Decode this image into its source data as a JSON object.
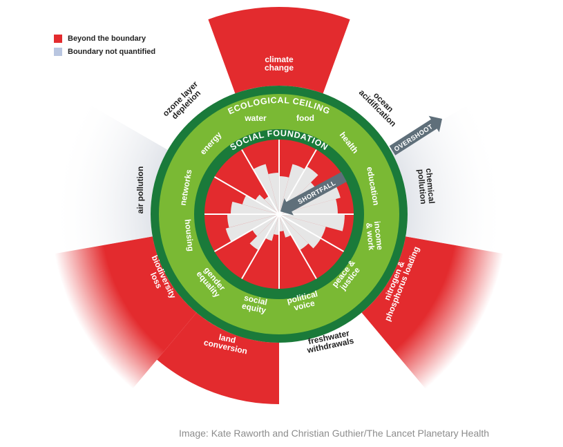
{
  "legend": {
    "items": [
      {
        "label": "Beyond the boundary",
        "color": "#e32b2e"
      },
      {
        "label": "Boundary not quantified",
        "color": "#b9c6e0"
      }
    ]
  },
  "ring_titles": {
    "ceiling": "ECOLOGICAL CEILING",
    "foundation": "SOCIAL FOUNDATION"
  },
  "arrows": {
    "overshoot": "OVERSHOOT",
    "shortfall": "SHORTFALL"
  },
  "planetary_boundaries": [
    {
      "lines": [
        "climate",
        "change"
      ],
      "status": "beyond"
    },
    {
      "lines": [
        "ocean",
        "acidification"
      ],
      "status": "within"
    },
    {
      "lines": [
        "chemical",
        "pollution"
      ],
      "status": "not quantified"
    },
    {
      "lines": [
        "nitrogen &",
        "phosphorus loading"
      ],
      "status": "beyond"
    },
    {
      "lines": [
        "freshwater",
        "withdrawals"
      ],
      "status": "within"
    },
    {
      "lines": [
        "land",
        "conversion"
      ],
      "status": "beyond"
    },
    {
      "lines": [
        "biodiversity",
        "loss"
      ],
      "status": "beyond"
    },
    {
      "lines": [
        "air pollution"
      ],
      "status": "not quantified"
    },
    {
      "lines": [
        "ozone layer",
        "depletion"
      ],
      "status": "within"
    }
  ],
  "social_foundation": [
    {
      "lines": [
        "food"
      ]
    },
    {
      "lines": [
        "health"
      ]
    },
    {
      "lines": [
        "education"
      ]
    },
    {
      "lines": [
        "income",
        "& work"
      ]
    },
    {
      "lines": [
        "peace &",
        "justice"
      ]
    },
    {
      "lines": [
        "political",
        "voice"
      ]
    },
    {
      "lines": [
        "social",
        "equity"
      ]
    },
    {
      "lines": [
        "gender",
        "equality"
      ]
    },
    {
      "lines": [
        "housing"
      ]
    },
    {
      "lines": [
        "networks"
      ]
    },
    {
      "lines": [
        "energy"
      ]
    },
    {
      "lines": [
        "water"
      ]
    }
  ],
  "colors": {
    "red": "#e32b2e",
    "dark_green": "#1a7a3a",
    "light_green": "#7ab934",
    "grey_fill": "#e6e6e6",
    "arrow_grey": "#5f6f7a"
  },
  "credit": "Image: Kate Raworth and Christian Guthier/The Lancet Planetary Health"
}
